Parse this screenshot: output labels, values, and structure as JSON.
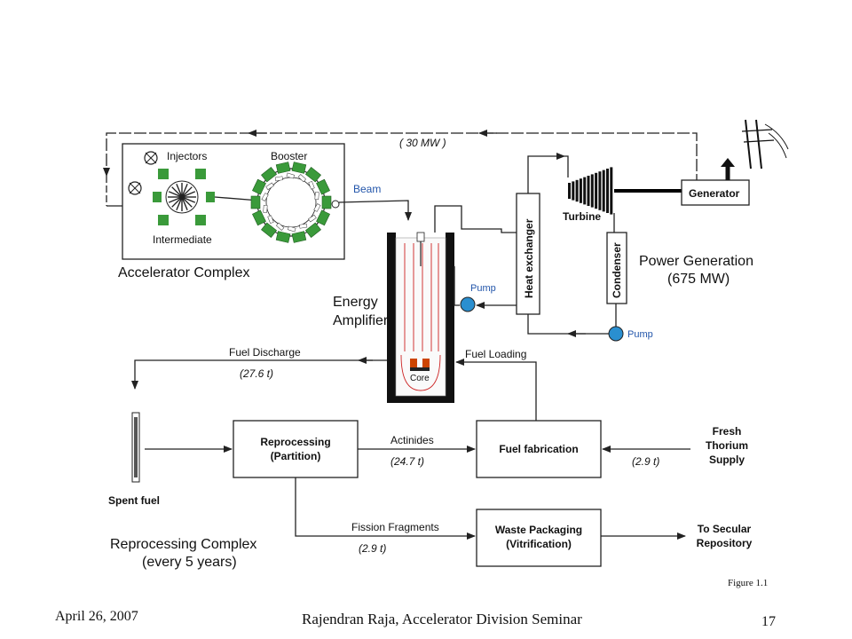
{
  "accelerator": {
    "injectors": "Injectors",
    "booster": "Booster",
    "intermediate": "Intermediate",
    "title": "Accelerator Complex",
    "beam": "Beam"
  },
  "feedback_power": "( 30 MW )",
  "energy_amplifier": {
    "line1": "Energy",
    "line2": "Amplifier",
    "core": "Core"
  },
  "power": {
    "heat_exchanger": "Heat exchanger",
    "turbine": "Turbine",
    "generator": "Generator",
    "condenser": "Condenser",
    "pump_top": "Pump",
    "pump_bottom": "Pump",
    "title_line1": "Power Generation",
    "title_line2": "(675 MW)"
  },
  "fuel": {
    "discharge": "Fuel Discharge",
    "discharge_amount": "(27.6 t)",
    "loading": "Fuel Loading"
  },
  "reprocessing": {
    "spent_fuel": "Spent fuel",
    "box_line1": "Reprocessing",
    "box_line2": "(Partition)",
    "actinides": "Actinides",
    "actinides_amount": "(24.7 t)",
    "fabrication": "Fuel fabrication",
    "thorium_amount": "(2.9 t)",
    "thorium_line1": "Fresh",
    "thorium_line2": "Thorium",
    "thorium_line3": "Supply",
    "fission": "Fission Fragments",
    "fission_amount": "(2.9 t)",
    "waste_line1": "Waste Packaging",
    "waste_line2": "(Vitrification)",
    "repository_line1": "To Secular",
    "repository_line2": "Repository",
    "complex_line1": "Reprocessing Complex",
    "complex_line2": "(every 5 years)"
  },
  "figure_label": "Figure 1.1",
  "footer": {
    "date": "April 26, 2007",
    "presenter": "Rajendran Raja, Accelerator Division Seminar",
    "page": "17"
  },
  "colors": {
    "magnet": "#3a9a3a",
    "pump": "#2a8fd0",
    "core": "#cc4400",
    "beam_line": "#cc2222"
  }
}
